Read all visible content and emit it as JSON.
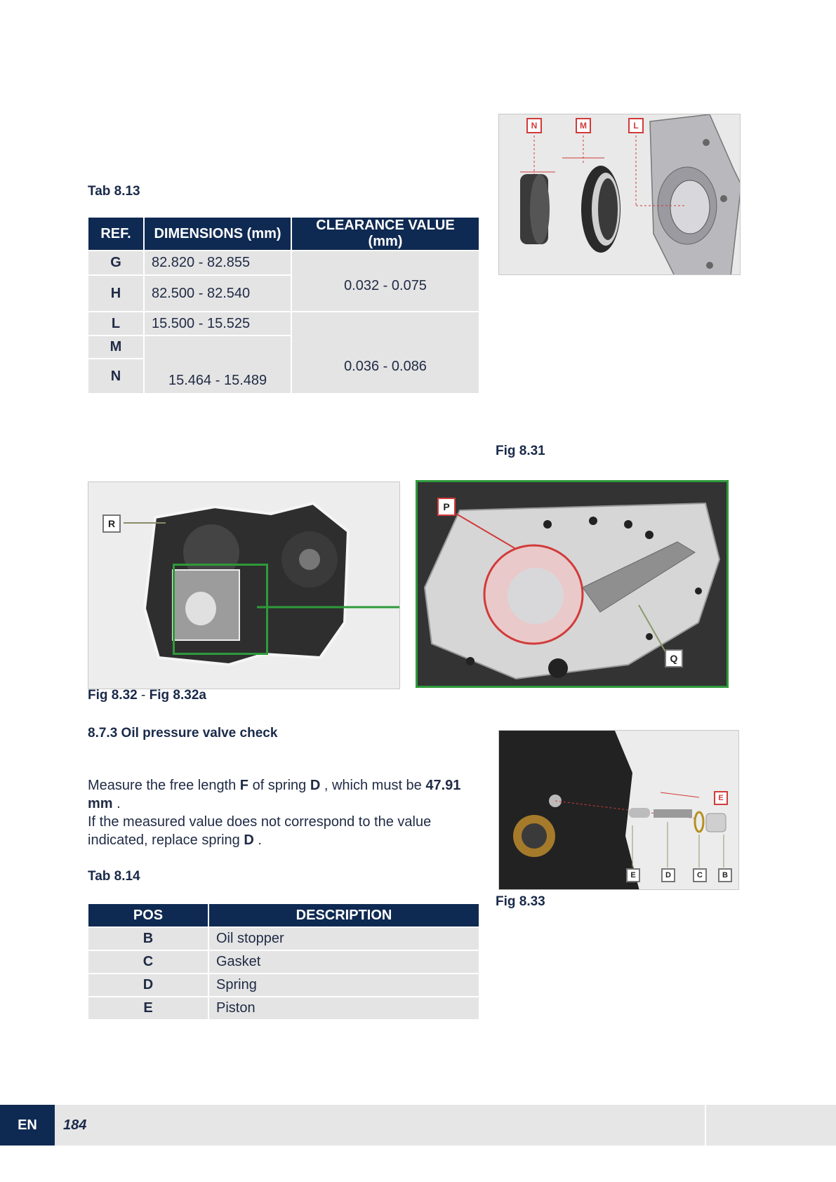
{
  "tab813": {
    "title": "Tab 8.13",
    "headers": [
      "REF.",
      "DIMENSIONS (mm)",
      "CLEARANCE VALUE (mm)"
    ],
    "rows": [
      {
        "ref": "G",
        "dim": "82.820 - 82.855"
      },
      {
        "ref": "H",
        "dim": "82.500 - 82.540"
      },
      {
        "ref": "L",
        "dim": "15.500 - 15.525"
      },
      {
        "ref": "M",
        "dim": ""
      },
      {
        "ref": "N",
        "dim": "15.464 - 15.489"
      }
    ],
    "clearance_gh": "0.032 - 0.075",
    "clearance_lmn": "0.036 - 0.086"
  },
  "fig831": {
    "caption": "Fig 8.31",
    "labels": [
      "N",
      "M",
      "L"
    ]
  },
  "fig832": {
    "caption_a": "Fig 8.32",
    "caption_sep": " - ",
    "caption_b": "Fig 8.32a",
    "label_r": "R",
    "label_p": "P",
    "label_q": "Q"
  },
  "section": {
    "title": "8.7.3 Oil pressure valve check",
    "p1_a": "Measure the free length ",
    "p1_f": "F",
    "p1_b": " of spring ",
    "p1_d": "D",
    "p1_c": " , which must be ",
    "p1_val": "47.91 mm",
    "p1_end": " .",
    "p2_a": "If the measured value does not correspond to the value indicated, replace spring ",
    "p2_d": "D",
    "p2_end": " ."
  },
  "fig833": {
    "caption": "Fig 8.33",
    "labels": [
      "E",
      "D",
      "C",
      "B"
    ],
    "label_e_top": "E"
  },
  "tab814": {
    "title": "Tab 8.14",
    "headers": [
      "POS",
      "DESCRIPTION"
    ],
    "rows": [
      {
        "pos": "B",
        "desc": "Oil stopper"
      },
      {
        "pos": "C",
        "desc": "Gasket"
      },
      {
        "pos": "D",
        "desc": "Spring"
      },
      {
        "pos": "E",
        "desc": "Piston"
      }
    ]
  },
  "footer": {
    "lang": "EN",
    "page": "184"
  },
  "colors": {
    "header_navy": "#0f2a52",
    "cell_gray": "#e4e4e4",
    "highlight_green": "#2e9a3a",
    "label_red": "#d23a3a"
  }
}
